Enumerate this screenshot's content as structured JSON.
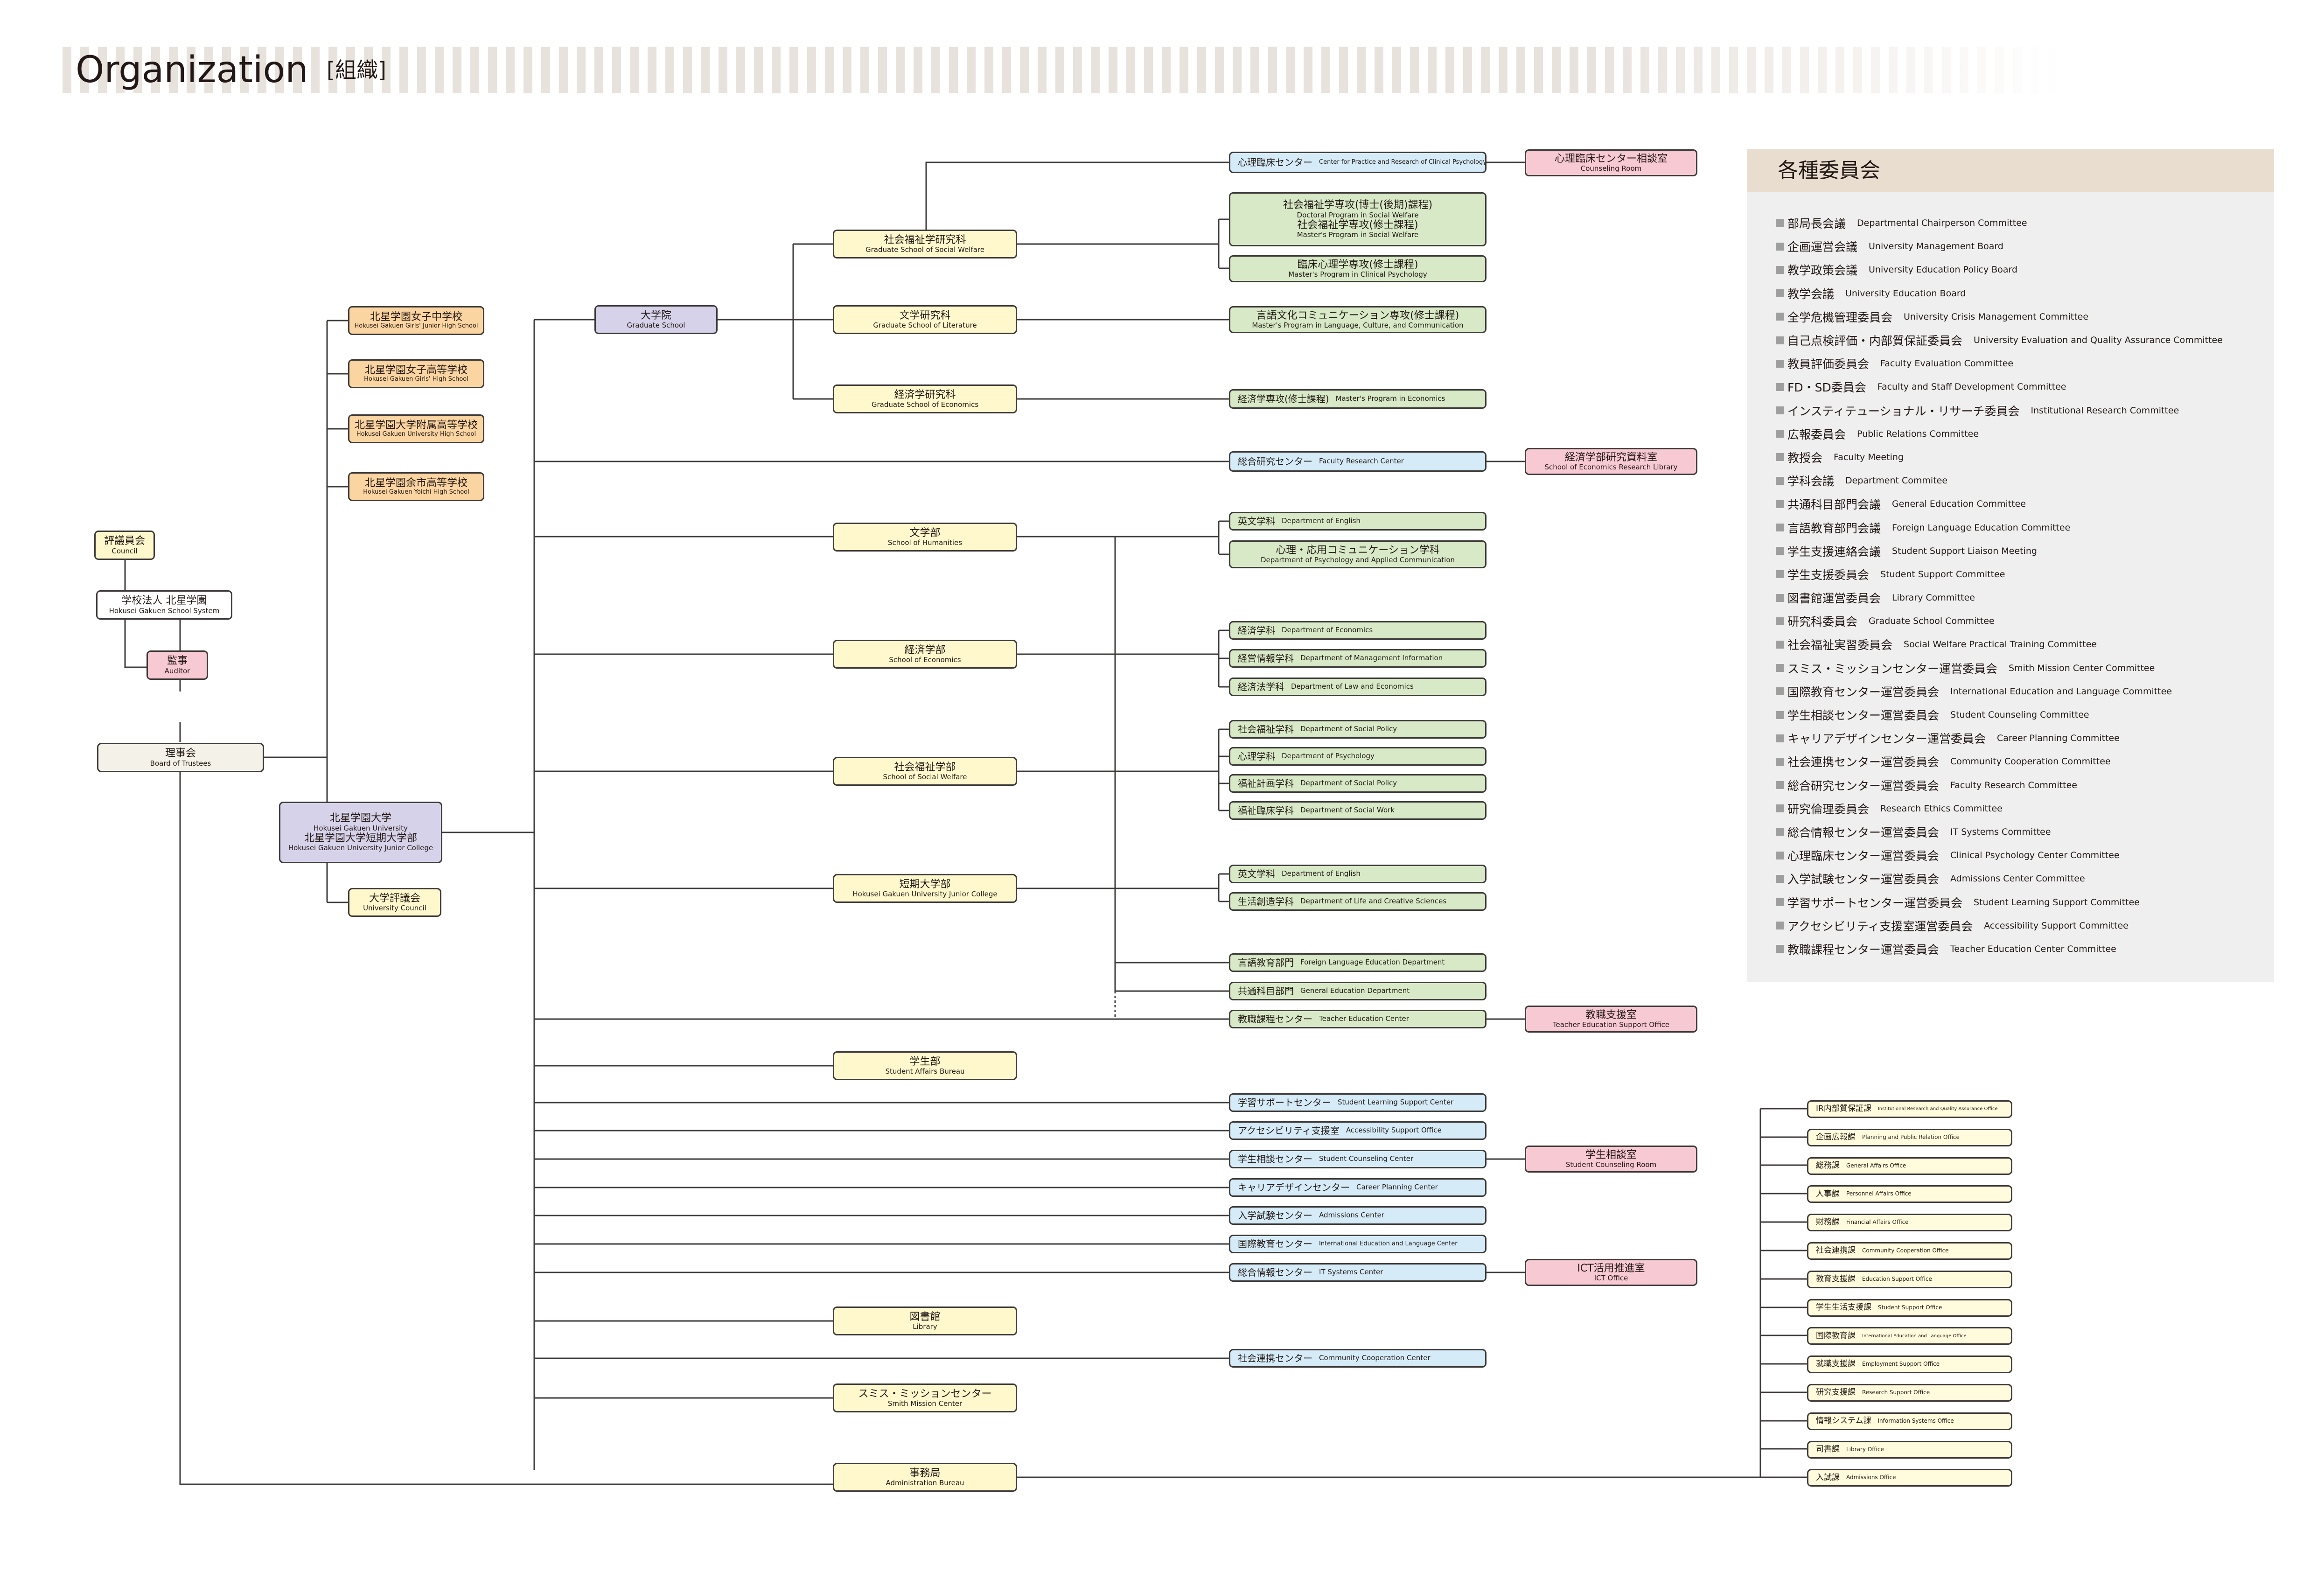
{
  "header": {
    "title": "Organization",
    "subtitle": "[組織]"
  },
  "nodes": {
    "council": {
      "ja": "評議員会",
      "en": "Council"
    },
    "school_system": {
      "ja": "学校法人 北星学園",
      "en": "Hokusei Gakuen School System"
    },
    "auditor": {
      "ja": "監事",
      "en": "Auditor"
    },
    "board": {
      "ja": "理事会",
      "en": "Board of Trustees"
    },
    "girls_jhs": {
      "ja": "北星学園女子中学校",
      "en": "Hokusei Gakuen Girls' Junior High School"
    },
    "girls_hs": {
      "ja": "北星学園女子高等学校",
      "en": "Hokusei Gakuen Girls' High School"
    },
    "univ_hs": {
      "ja": "北星学園大学附属高等学校",
      "en": "Hokusei Gakuen University High School"
    },
    "yoichi_hs": {
      "ja": "北星学園余市高等学校",
      "en": "Hokusei Gakuen Yoichi High School"
    },
    "university": {
      "ja1": "北星学園大学",
      "en1": "Hokusei Gakuen University",
      "ja2": "北星学園大学短期大学部",
      "en2": "Hokusei Gakuen University Junior College"
    },
    "univ_council": {
      "ja": "大学評議会",
      "en": "University Council"
    },
    "grad_school": {
      "ja": "大学院",
      "en": "Graduate School"
    },
    "gs_welfare": {
      "ja": "社会福祉学研究科",
      "en": "Graduate School of Social Welfare"
    },
    "gs_literature": {
      "ja": "文学研究科",
      "en": "Graduate School of Literature"
    },
    "gs_economics": {
      "ja": "経済学研究科",
      "en": "Graduate School of Economics"
    },
    "clin_center": {
      "ja": "心理臨床センター",
      "en": "Center for Practice and Research of Clinical Psychology"
    },
    "counseling_room": {
      "ja": "心理臨床センター相談室",
      "en": "Counseling Room"
    },
    "sw_programs": {
      "ja1": "社会福祉学専攻(博士(後期)課程)",
      "en1": "Doctoral Program in Social Welfare",
      "ja2": "社会福祉学専攻(修士課程)",
      "en2": "Master's Program in Social Welfare"
    },
    "clin_psych_prog": {
      "ja": "臨床心理学専攻(修士課程)",
      "en": "Master's Program in Clinical Psychology"
    },
    "lang_culture_prog": {
      "ja": "言語文化コミュニケーション専攻(修士課程)",
      "en": "Master's Program in Language, Culture, and Communication"
    },
    "econ_prog": {
      "ja": "経済学専攻(修士課程)",
      "en": "Master's Program in Economics"
    },
    "faculty_research": {
      "ja": "総合研究センター",
      "en": "Faculty Research Center"
    },
    "econ_library": {
      "ja": "経済学部研究資料室",
      "en": "School of Economics Research Library"
    },
    "humanities": {
      "ja": "文学部",
      "en": "School of Humanities"
    },
    "economics": {
      "ja": "経済学部",
      "en": "School of Economics"
    },
    "social_welfare": {
      "ja": "社会福祉学部",
      "en": "School of Social Welfare"
    },
    "junior_college": {
      "ja": "短期大学部",
      "en": "Hokusei Gakuen University Junior College"
    },
    "dept_english": {
      "ja": "英文学科",
      "en": "Department of English"
    },
    "dept_psych_comm": {
      "ja": "心理・応用コミュニケーション学科",
      "en": "Department of Psychology and Applied Communication"
    },
    "dept_econ": {
      "ja": "経済学科",
      "en": "Department of Economics"
    },
    "dept_mgmt": {
      "ja": "経営情報学科",
      "en": "Department of Management Information"
    },
    "dept_law": {
      "ja": "経済法学科",
      "en": "Department of Law and Economics"
    },
    "dept_sw": {
      "ja": "社会福祉学科",
      "en": "Department of Social Policy"
    },
    "dept_psych": {
      "ja": "心理学科",
      "en": "Department of Psychology"
    },
    "dept_sw_plan": {
      "ja": "福祉計画学科",
      "en": "Department of Social Policy"
    },
    "dept_sw_clinic": {
      "ja": "福祉臨床学科",
      "en": "Department of Social Work"
    },
    "dept_english_jc": {
      "ja": "英文学科",
      "en": "Department of English"
    },
    "dept_life": {
      "ja": "生活創造学科",
      "en": "Department of Life and Creative Sciences"
    },
    "dept_lang_edu": {
      "ja": "言語教育部門",
      "en": "Foreign Language Education Department"
    },
    "dept_general_edu": {
      "ja": "共通科目部門",
      "en": "General Education Department"
    },
    "teacher_center": {
      "ja": "教職課程センター",
      "en": "Teacher Education Center"
    },
    "teacher_office": {
      "ja": "教職支援室",
      "en": "Teacher Education Support Office"
    },
    "student_affairs": {
      "ja": "学生部",
      "en": "Student Affairs Bureau"
    },
    "learning_center": {
      "ja": "学習サポートセンター",
      "en": "Student Learning Support Center"
    },
    "access_office": {
      "ja": "アクセシビリティ支援室",
      "en": "Accessibility Support Office"
    },
    "counsel_center": {
      "ja": "学生相談センター",
      "en": "Student Counseling Center"
    },
    "counsel_room": {
      "ja": "学生相談室",
      "en": "Student Counseling Room"
    },
    "career_center": {
      "ja": "キャリアデザインセンター",
      "en": "Career Planning Center"
    },
    "admissions_center": {
      "ja": "入学試験センター",
      "en": "Admissions Center"
    },
    "intl_center": {
      "ja": "国際教育センター",
      "en": "International Education and Language Center"
    },
    "it_center": {
      "ja": "総合情報センター",
      "en": "IT Systems Center"
    },
    "ict_office": {
      "ja": "ICT活用推進室",
      "en": "ICT Office"
    },
    "library": {
      "ja": "図書館",
      "en": "Library"
    },
    "community_center": {
      "ja": "社会連携センター",
      "en": "Community Cooperation Center"
    },
    "smith_center": {
      "ja": "スミス・ミッションセンター",
      "en": "Smith Mission Center"
    },
    "admin_bureau": {
      "ja": "事務局",
      "en": "Administration Bureau"
    }
  },
  "offices": [
    {
      "ja": "IR内部質保証課",
      "en": "Institutional Research and Quality Assurance Office"
    },
    {
      "ja": "企画広報課",
      "en": "Planning and Public Relation Office"
    },
    {
      "ja": "総務課",
      "en": "General Affairs Office"
    },
    {
      "ja": "人事課",
      "en": "Personnel Affairs Office"
    },
    {
      "ja": "財務課",
      "en": "Financial Affairs Office"
    },
    {
      "ja": "社会連携課",
      "en": "Community Cooperation Office"
    },
    {
      "ja": "教育支援課",
      "en": "Education Support Office"
    },
    {
      "ja": "学生生活支援課",
      "en": "Student Support Office"
    },
    {
      "ja": "国際教育課",
      "en": "International Education and Language Office"
    },
    {
      "ja": "就職支援課",
      "en": "Employment Support Office"
    },
    {
      "ja": "研究支援課",
      "en": "Research Support Office"
    },
    {
      "ja": "情報システム課",
      "en": "Information Systems Office"
    },
    {
      "ja": "司書課",
      "en": "Library Office"
    },
    {
      "ja": "入試課",
      "en": "Admissions Office"
    }
  ],
  "committees": {
    "title": "各種委員会",
    "items": [
      {
        "ja": "部局長会議",
        "en": "Departmental Chairperson Committee"
      },
      {
        "ja": "企画運営会議",
        "en": "University Management Board"
      },
      {
        "ja": "教学政策会議",
        "en": "University Education Policy Board"
      },
      {
        "ja": "教学会議",
        "en": "University Education Board"
      },
      {
        "ja": "全学危機管理委員会",
        "en": "University Crisis Management Committee"
      },
      {
        "ja": "自己点検評価・内部質保証委員会",
        "en": "University Evaluation and Quality Assurance Committee"
      },
      {
        "ja": "教員評価委員会",
        "en": "Faculty Evaluation Committee"
      },
      {
        "ja": "FD・SD委員会",
        "en": "Faculty and Staff Development Committee"
      },
      {
        "ja": "インスティテューショナル・リサーチ委員会",
        "en": "Institutional Research Committee"
      },
      {
        "ja": "広報委員会",
        "en": "Public Relations Committee"
      },
      {
        "ja": "教授会",
        "en": "Faculty Meeting"
      },
      {
        "ja": "学科会議",
        "en": "Department Commitee"
      },
      {
        "ja": "共通科目部門会議",
        "en": "General Education Committee"
      },
      {
        "ja": "言語教育部門会議",
        "en": "Foreign Language Education Committee"
      },
      {
        "ja": "学生支援連絡会議",
        "en": "Student Support Liaison Meeting"
      },
      {
        "ja": "学生支援委員会",
        "en": "Student Support Committee"
      },
      {
        "ja": "図書館運営委員会",
        "en": "Library Committee"
      },
      {
        "ja": "研究科委員会",
        "en": "Graduate School Committee"
      },
      {
        "ja": "社会福祉実習委員会",
        "en": "Social Welfare Practical Training Committee"
      },
      {
        "ja": "スミス・ミッションセンター運営委員会",
        "en": "Smith Mission Center Committee"
      },
      {
        "ja": "国際教育センター運営委員会",
        "en": "International Education and Language Committee"
      },
      {
        "ja": "学生相談センター運営委員会",
        "en": "Student Counseling Committee"
      },
      {
        "ja": "キャリアデザインセンター運営委員会",
        "en": "Career Planning Committee"
      },
      {
        "ja": "社会連携センター運営委員会",
        "en": "Community Cooperation Committee"
      },
      {
        "ja": "総合研究センター運営委員会",
        "en": "Faculty Research Committee"
      },
      {
        "ja": "研究倫理委員会",
        "en": "Research Ethics Committee"
      },
      {
        "ja": "総合情報センター運営委員会",
        "en": "IT Systems Committee"
      },
      {
        "ja": "心理臨床センター運営委員会",
        "en": "Clinical Psychology Center Committee"
      },
      {
        "ja": "入学試験センター運営委員会",
        "en": "Admissions Center Committee"
      },
      {
        "ja": "学習サポートセンター運営委員会",
        "en": "Student Learning Support Committee"
      },
      {
        "ja": "アクセシビリティ支援室運営委員会",
        "en": "Accessibility Support Committee"
      },
      {
        "ja": "教職課程センター運営委員会",
        "en": "Teacher Education Center Committee"
      }
    ]
  }
}
